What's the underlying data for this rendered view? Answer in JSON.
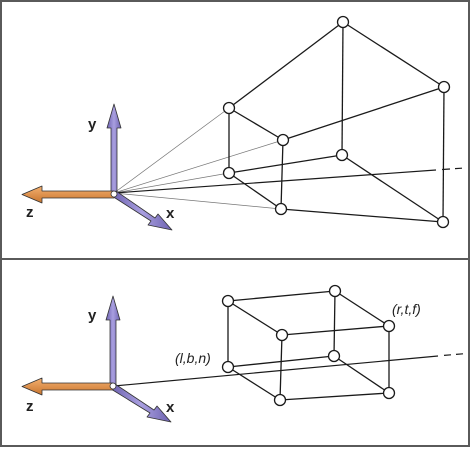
{
  "colors": {
    "frame": "#5a5a5a",
    "background": "#ffffff",
    "edge": "#1a1a1a",
    "ray": "#777777",
    "y_axis": "#8c82c8",
    "x_axis": "#8c82c8",
    "z_axis": "#e0924a",
    "axis_outline": "#333333",
    "vertex_fill": "#ffffff"
  },
  "perspective_panel": {
    "axes": {
      "x": "x",
      "y": "y",
      "z": "z"
    }
  },
  "orthographic_panel": {
    "axes": {
      "x": "x",
      "y": "y",
      "z": "z"
    },
    "corner_near": "(l,b,n)",
    "corner_far": "(r,t,f)"
  }
}
